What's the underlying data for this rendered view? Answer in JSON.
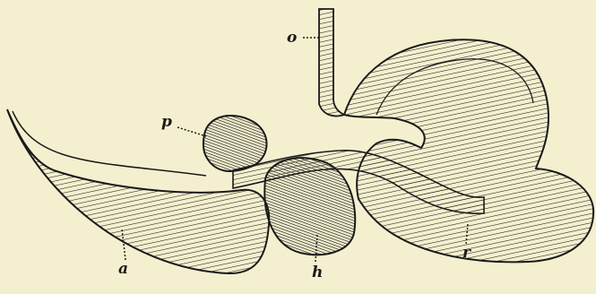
{
  "figure": {
    "background": "#f4f0cf",
    "ink": "#1a1a1a",
    "labels": {
      "o": "o",
      "p": "p",
      "a": "a",
      "h": "h",
      "r": "r"
    }
  }
}
